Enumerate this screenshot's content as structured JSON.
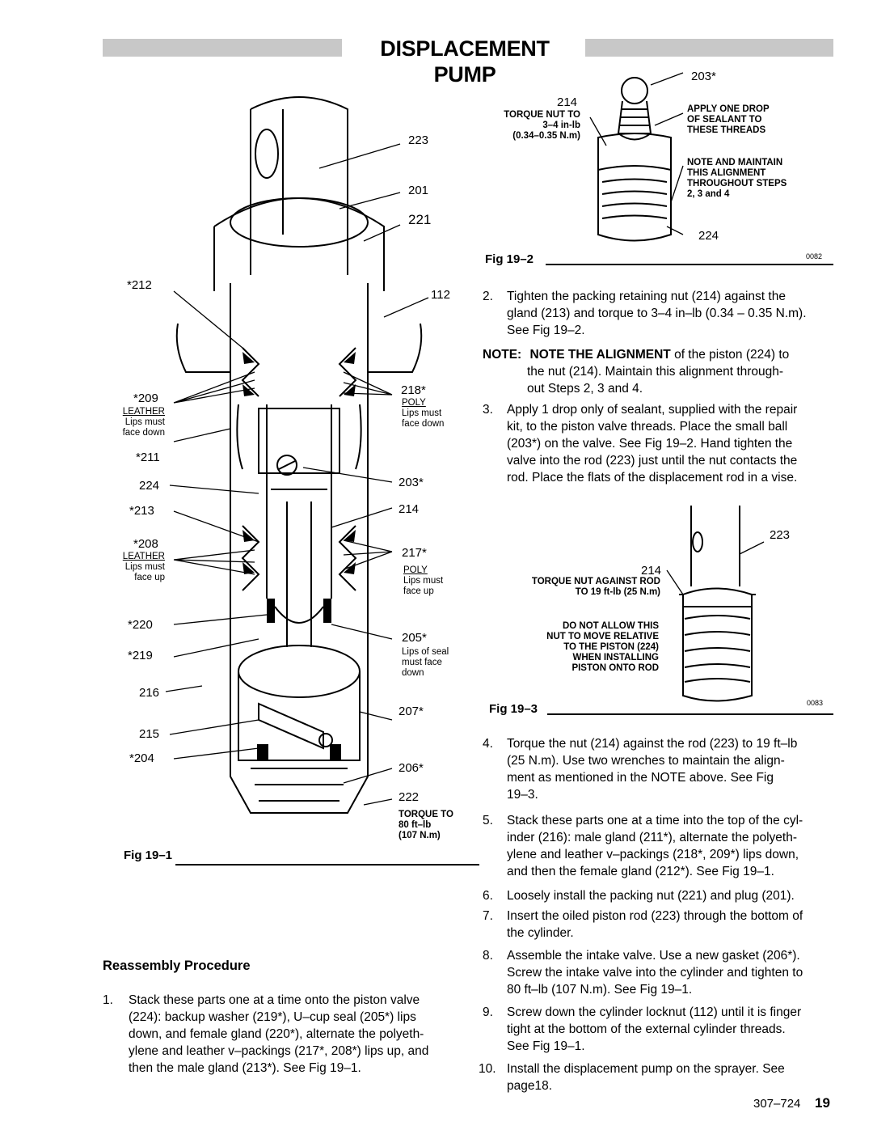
{
  "header": {
    "title": "DISPLACEMENT PUMP"
  },
  "fig1": {
    "caption": "Fig 19–1",
    "left_labels": [
      "*212",
      "*209",
      "*211",
      "224",
      "*213",
      "*208",
      "*220",
      "*219",
      "216",
      "215",
      "*204"
    ],
    "right_labels": [
      "223",
      "201",
      "221",
      "112",
      "218*",
      "203*",
      "214",
      "217*",
      "205*",
      "207*",
      "206*",
      "222"
    ],
    "leather_top": {
      "title": "LEATHER",
      "line1": "Lips must",
      "line2": "face down"
    },
    "leather_bottom": {
      "title": "LEATHER",
      "line1": "Lips must",
      "line2": "face up"
    },
    "poly_top": {
      "title": "POLY",
      "line1": "Lips must",
      "line2": "face down"
    },
    "poly_bottom": {
      "title": "POLY",
      "line1": "Lips must",
      "line2": "face up"
    },
    "seal_note": {
      "line1": "Lips of seal",
      "line2": "must face",
      "line3": "down"
    },
    "torque_note": {
      "line1": "TORQUE TO",
      "line2": "80 ft–lb",
      "line3": "(107 N.m)"
    }
  },
  "fig2": {
    "caption": "Fig 19–2",
    "code": "0082",
    "label_203": "203*",
    "label_214": "214",
    "label_224": "224",
    "torque": {
      "line1": "TORQUE NUT TO",
      "line2": "3–4 in-lb",
      "line3": "(0.34–0.35 N.m)"
    },
    "apply": {
      "line1": "APPLY ONE DROP",
      "line2": "OF SEALANT TO",
      "line3": "THESE THREADS"
    },
    "note": {
      "line1": "NOTE AND MAINTAIN",
      "line2": "THIS ALIGNMENT",
      "line3": "THROUGHOUT STEPS",
      "line4": "2, 3 and 4"
    }
  },
  "fig3": {
    "caption": "Fig 19–3",
    "code": "0083",
    "label_223": "223",
    "label_214": "214",
    "torque": {
      "line1": "TORQUE NUT AGAINST ROD",
      "line2": "TO 19 ft-lb (25 N.m)"
    },
    "warn": {
      "line1": "DO NOT ALLOW THIS",
      "line2": "NUT TO MOVE RELATIVE",
      "line3": "TO THE  PISTON (224)",
      "line4": "WHEN INSTALLING",
      "line5": "PISTON ONTO ROD"
    }
  },
  "reassembly": {
    "title": "Reassembly Procedure",
    "step1": {
      "num": "1.",
      "lines": [
        "Stack these parts one at a time onto the piston valve",
        "(224): backup washer (219*), U–cup seal (205*) lips",
        "down, and female gland (220*), alternate the polyeth-",
        "ylene and leather v–packings (217*, 208*) lips up, and",
        "then the male gland (213*).  See Fig 19–1."
      ]
    }
  },
  "steps": {
    "s2": {
      "num": "2.",
      "lines": [
        "Tighten the packing retaining nut (214) against the",
        "gland (213) and torque to 3–4 in–lb  (0.34 – 0.35 N.m).",
        "See Fig 19–2."
      ]
    },
    "note": {
      "prefix": "NOTE:",
      "bold": "NOTE THE ALIGNMENT",
      "rest": " of the piston (224) to",
      "line2": "the nut (214). Maintain this alignment through-",
      "line3": "out Steps 2, 3 and 4."
    },
    "s3": {
      "num": "3.",
      "lines": [
        "Apply 1 drop only of sealant, supplied with the repair",
        "kit, to the piston valve threads. Place the small ball",
        "(203*) on the valve. See Fig 19–2. Hand tighten the",
        "valve into the rod (223) just until the nut contacts the",
        "rod. Place the flats of the displacement rod in a vise."
      ]
    },
    "s4": {
      "num": "4.",
      "lines": [
        "Torque the nut (214) against the rod (223) to 19 ft–lb",
        "(25 N.m). Use two wrenches to maintain the align-",
        "ment as mentioned in the NOTE above. See Fig",
        "19–3."
      ]
    },
    "s5": {
      "num": "5.",
      "lines": [
        "Stack these parts one at a time into the top of the cyl-",
        "inder (216):  male gland (211*), alternate the polyeth-",
        "ylene and leather v–packings (218*, 209*) lips down,",
        "and then the female gland (212*). See Fig 19–1."
      ]
    },
    "s6": {
      "num": "6.",
      "lines": [
        "Loosely install the packing nut (221) and plug (201)."
      ]
    },
    "s7": {
      "num": "7.",
      "lines": [
        "Insert the oiled piston rod (223) through the bottom of",
        "the cylinder."
      ]
    },
    "s8": {
      "num": "8.",
      "lines": [
        "Assemble the intake valve. Use a new gasket (206*).",
        "Screw the intake valve into the cylinder and tighten to",
        "80 ft–lb (107 N.m). See Fig 19–1."
      ]
    },
    "s9": {
      "num": "9.",
      "lines": [
        "Screw down the cylinder locknut (112) until it is finger",
        "tight at the bottom of the external cylinder threads.",
        "See Fig 19–1."
      ]
    },
    "s10": {
      "num": "10.",
      "lines": [
        "Install the displacement pump on the sprayer. See",
        "page18."
      ]
    }
  },
  "footer": {
    "doc": "307–724",
    "page": "19"
  }
}
